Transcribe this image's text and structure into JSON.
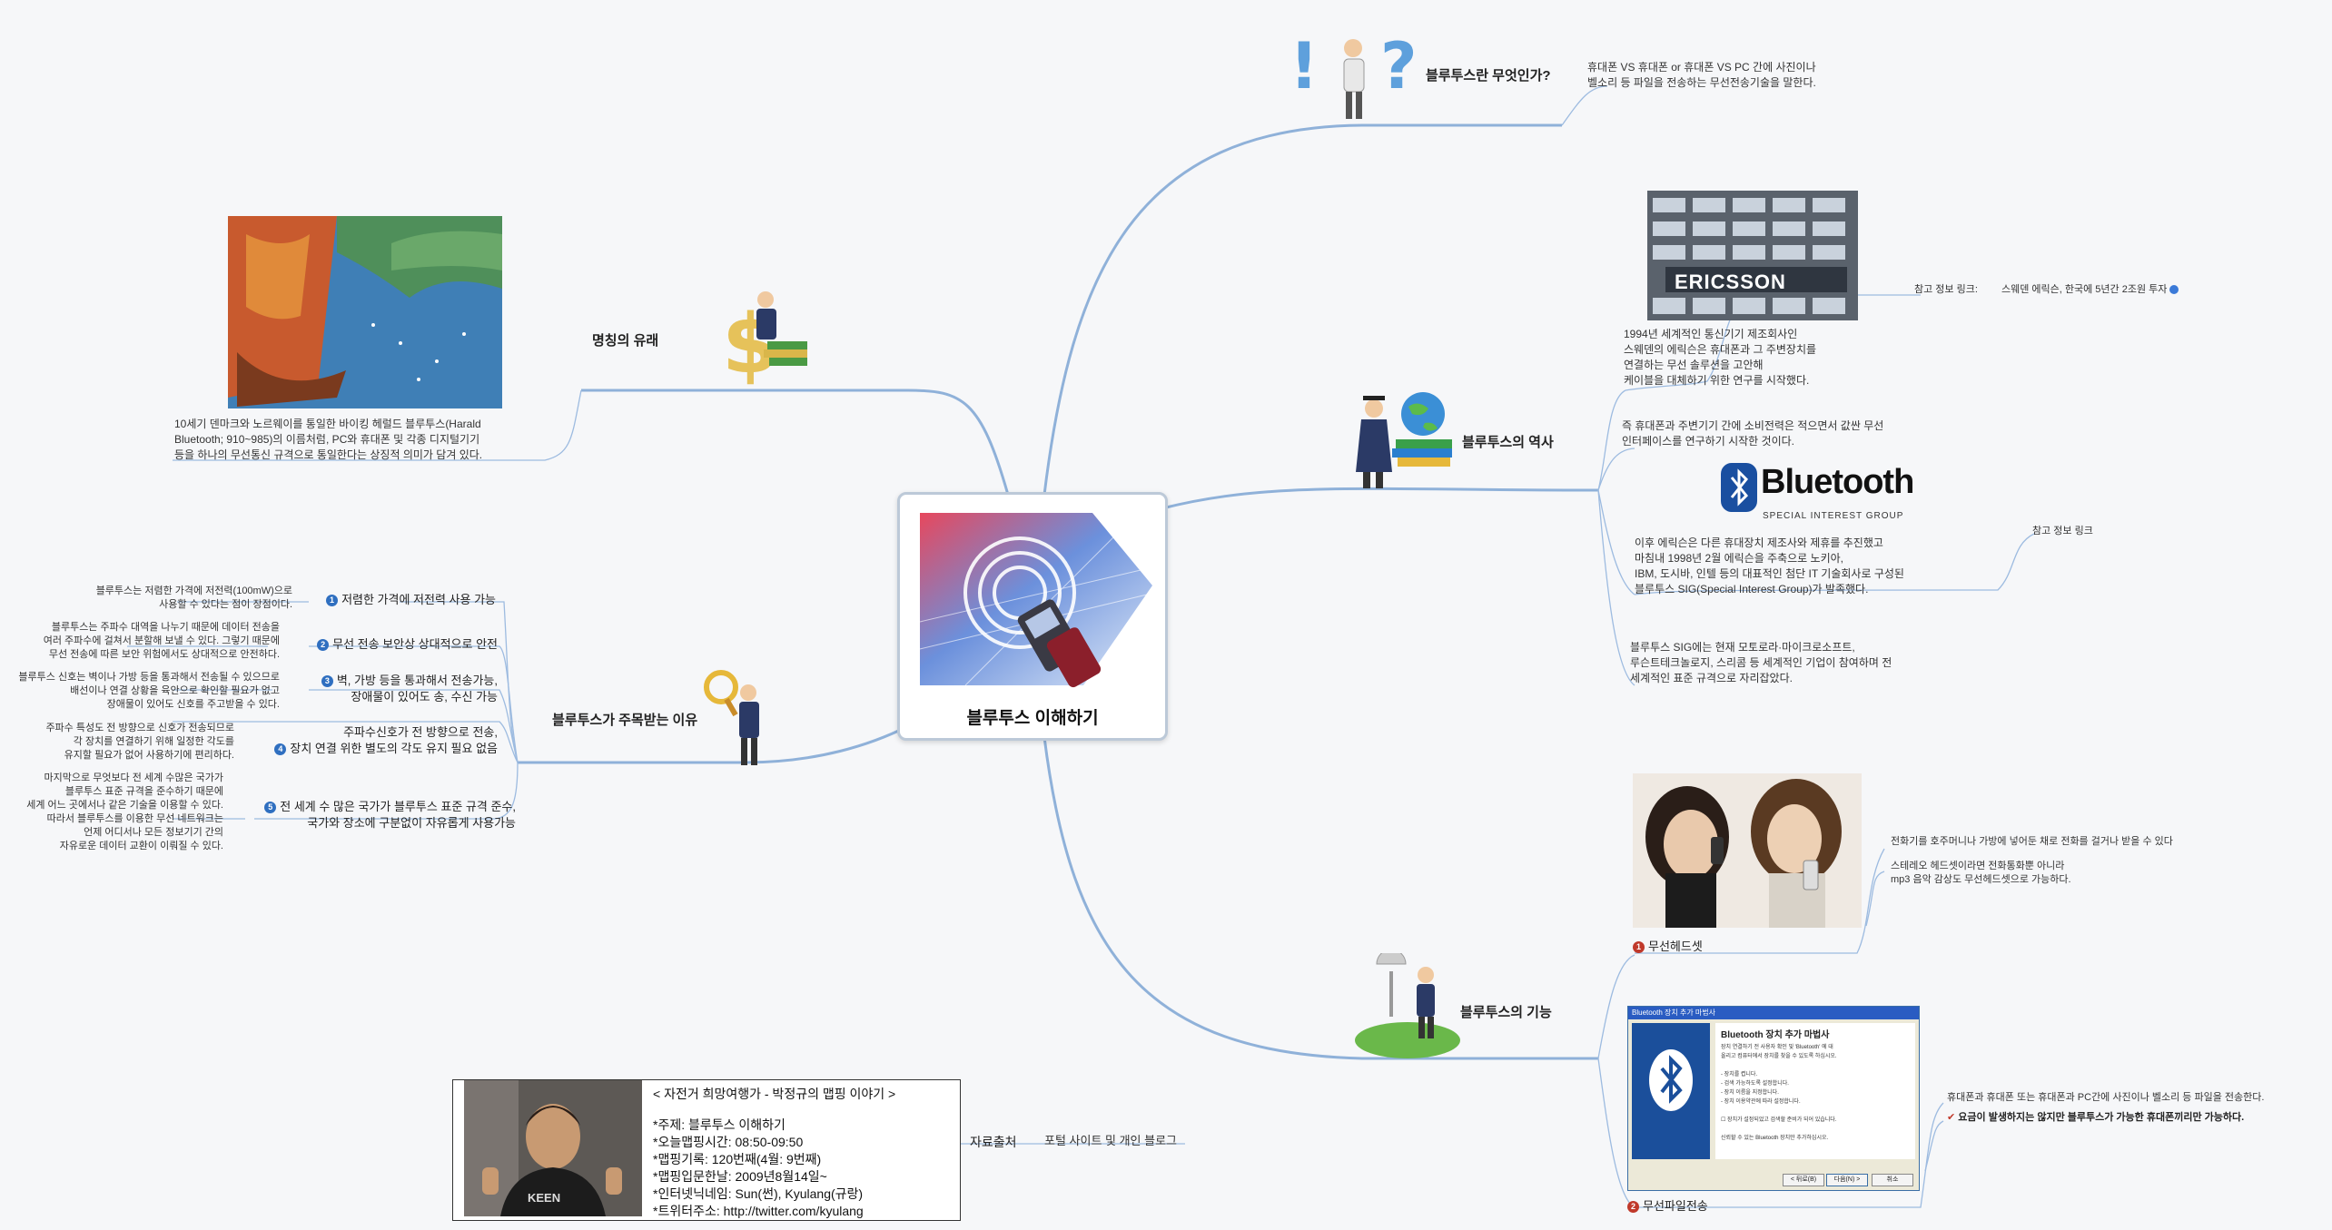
{
  "center": {
    "title": "블루투스 이해하기"
  },
  "what": {
    "title": "블루투스란 무엇인가?",
    "desc": [
      "휴대폰 VS 휴대폰 or 휴대폰 VS PC 간에 사진이나",
      "벨소리 등 파일을 전송하는 무선전송기술을 말한다."
    ]
  },
  "history": {
    "title": "블루투스의 역사",
    "photo_label": "ERICSSON",
    "p1": [
      "1994년 세계적인 통신기기 제조회사인",
      "스웨덴의 에릭슨은 휴대폰과 그 주변장치를",
      "연결하는 무선 솔루션을 고안해",
      "케이블을 대체하기 위한 연구를 시작했다."
    ],
    "ref1_label": "참고 정보 링크:",
    "ref1_text": "스웨덴 에릭슨, 한국에 5년간 2조원 투자",
    "p2": [
      "즉 휴대폰과 주변기기 간에 소비전력은 적으면서 값싼 무선",
      "인터페이스를 연구하기 시작한 것이다."
    ],
    "logo_main": "Bluetooth",
    "logo_sub": "SPECIAL INTEREST GROUP",
    "p3": [
      "이후 에릭슨은 다른 휴대장치 제조사와 제휴를 추진했고",
      "마침내 1998년 2월 에릭슨을 주축으로 노키아,",
      "IBM, 도시바, 인텔 등의 대표적인 첨단 IT 기술회사로 구성된",
      "블루투스 SIG(Special Interest Group)가 발족했다."
    ],
    "ref2_label": "참고 정보 링크",
    "p4": [
      "블루투스 SIG에는 현재 모토로라·마이크로소프트,",
      "루슨트테크놀로지, 스리콤 등 세계적인 기업이 참여하며 전",
      "세계적인 표준 규격으로 자리잡았다."
    ]
  },
  "functions": {
    "title": "블루투스의 기능",
    "headset_label": "무선헤드셋",
    "headset_notes": [
      "전화기를 호주머니나 가방에 넣어둔 채로 전화를 걸거나 받을 수 있다",
      "스테레오 헤드셋이라면 전화통화뿐 아니라",
      "mp3 음악 감상도 무선헤드셋으로 가능하다."
    ],
    "transfer_label": "무선파일전송",
    "transfer_notes": [
      "휴대폰과 휴대폰 또는 휴대폰과 PC간에 사진이나 벨소리 등 파일을 전송한다.",
      "요금이 발생하지는 않지만 블루투스가 가능한 휴대폰끼리만 가능하다."
    ],
    "wizard_titlebar": "Bluetooth 장치 추가 마법사",
    "wizard_heading": "Bluetooth 장치 추가 마법사",
    "wizard_body": [
      "장치 연결하기 전 사용자 확인 및 'Bluetooth' 에 대",
      "올리고 컴퓨터에서 장치를 찾을 수 있도록 하십시오.",
      "",
      "- 장치를 켭니다.",
      "- 검색 가능하도록 설정합니다.",
      "- 장치 이름을 지정합니다.",
      "- 장치 이용약관에 따라 설정합니다.",
      "",
      "☐ 장치가 설정되었고 검색할 준비가 되어 있습니다.",
      "",
      "신뢰할 수 있는 Bluetooth 장치만 추가하십시오."
    ],
    "wizard_buttons": [
      "< 뒤로(B)",
      "다음(N) >",
      "취소"
    ]
  },
  "origin": {
    "title": "명칭의 유래",
    "desc": [
      "10세기 덴마크와 노르웨이를 통일한 바이킹 헤럴드 블루투스(Harald",
      "Bluetooth; 910~985)의 이름처럼, PC와 휴대폰 및 각종 디지털기기",
      "등을 하나의 무선통신 규격으로 통일한다는 상징적 의미가 담겨 있다."
    ]
  },
  "attention": {
    "title": "블루투스가 주목받는 이유",
    "items": [
      {
        "num": "1",
        "label": [
          "저렴한 가격에 저전력 사용 가능"
        ],
        "note": [
          "블루투스는 저렴한 가격에 저전력(100mW)으로",
          "사용할 수 있다는 점이 장점이다."
        ]
      },
      {
        "num": "2",
        "label": [
          "무선 전송 보안상 상대적으로 안전"
        ],
        "note": [
          "블루투스는 주파수 대역을 나누기 때문에 데이터 전송을",
          "여러 주파수에 걸쳐서 분할해 보낼 수 있다. 그렇기 때문에",
          "무선 전송에 따른 보안 위험에서도 상대적으로 안전하다."
        ]
      },
      {
        "num": "3",
        "label": [
          "벽, 가방 등을 통과해서 전송가능,",
          "장애물이 있어도 송, 수신 가능"
        ],
        "note": [
          "블루투스 신호는 벽이나 가방 등을 통과해서 전송될 수 있으므로",
          "배선이나 연결 상황을 육안으로 확인할 필요가 없고",
          "장애물이 있어도 신호를 주고받을 수 있다."
        ]
      },
      {
        "num": "4",
        "label": [
          "주파수신호가 전 방향으로 전송,",
          "장치 연결 위한 별도의 각도 유지 필요 없음"
        ],
        "note": [
          "주파수 특성도 전 방향으로 신호가 전송되므로",
          "각 장치를 연결하기 위해 일정한 각도를",
          "유지할 필요가 없어 사용하기에 편리하다."
        ]
      },
      {
        "num": "5",
        "label": [
          "전 세계 수 많은 국가가 블루투스 표준 규격 준수,",
          "국가와 장소에 구분없이 자유롭게 사용가능"
        ],
        "note": [
          "마지막으로 무엇보다 전 세계 수많은 국가가",
          "블루투스 표준 규격을 준수하기 때문에",
          "세계 어느 곳에서나 같은 기술을 이용할 수 있다.",
          "따라서 블루투스를 이용한 무선 네트워크는",
          "언제 어디서나 모든 정보기기 간의",
          "자유로운 데이터 교환이 이뤄질 수 있다."
        ]
      }
    ]
  },
  "source": {
    "label": "자료출처",
    "text": "포털 사이트 및 개인 블로그",
    "box": [
      "< 자전거 희망여행가 - 박정규의 맵핑 이야기 >",
      "*주제: 블루투스 이해하기",
      "*오늘맵핑시간: 08:50-09:50",
      "*맵핑기록: 120번째(4월: 9번째)",
      "*맵핑입문한날: 2009년8월14일~",
      "*인터넷닉네임: Sun(썬), Kyulang(규랑)",
      "*트위터주소: http://twitter.com/kyulang"
    ],
    "shirt_text": "KEEN"
  },
  "colors": {
    "line": "#7fa7d4",
    "accent": "#2f6fc0",
    "alert": "#c0392b"
  }
}
